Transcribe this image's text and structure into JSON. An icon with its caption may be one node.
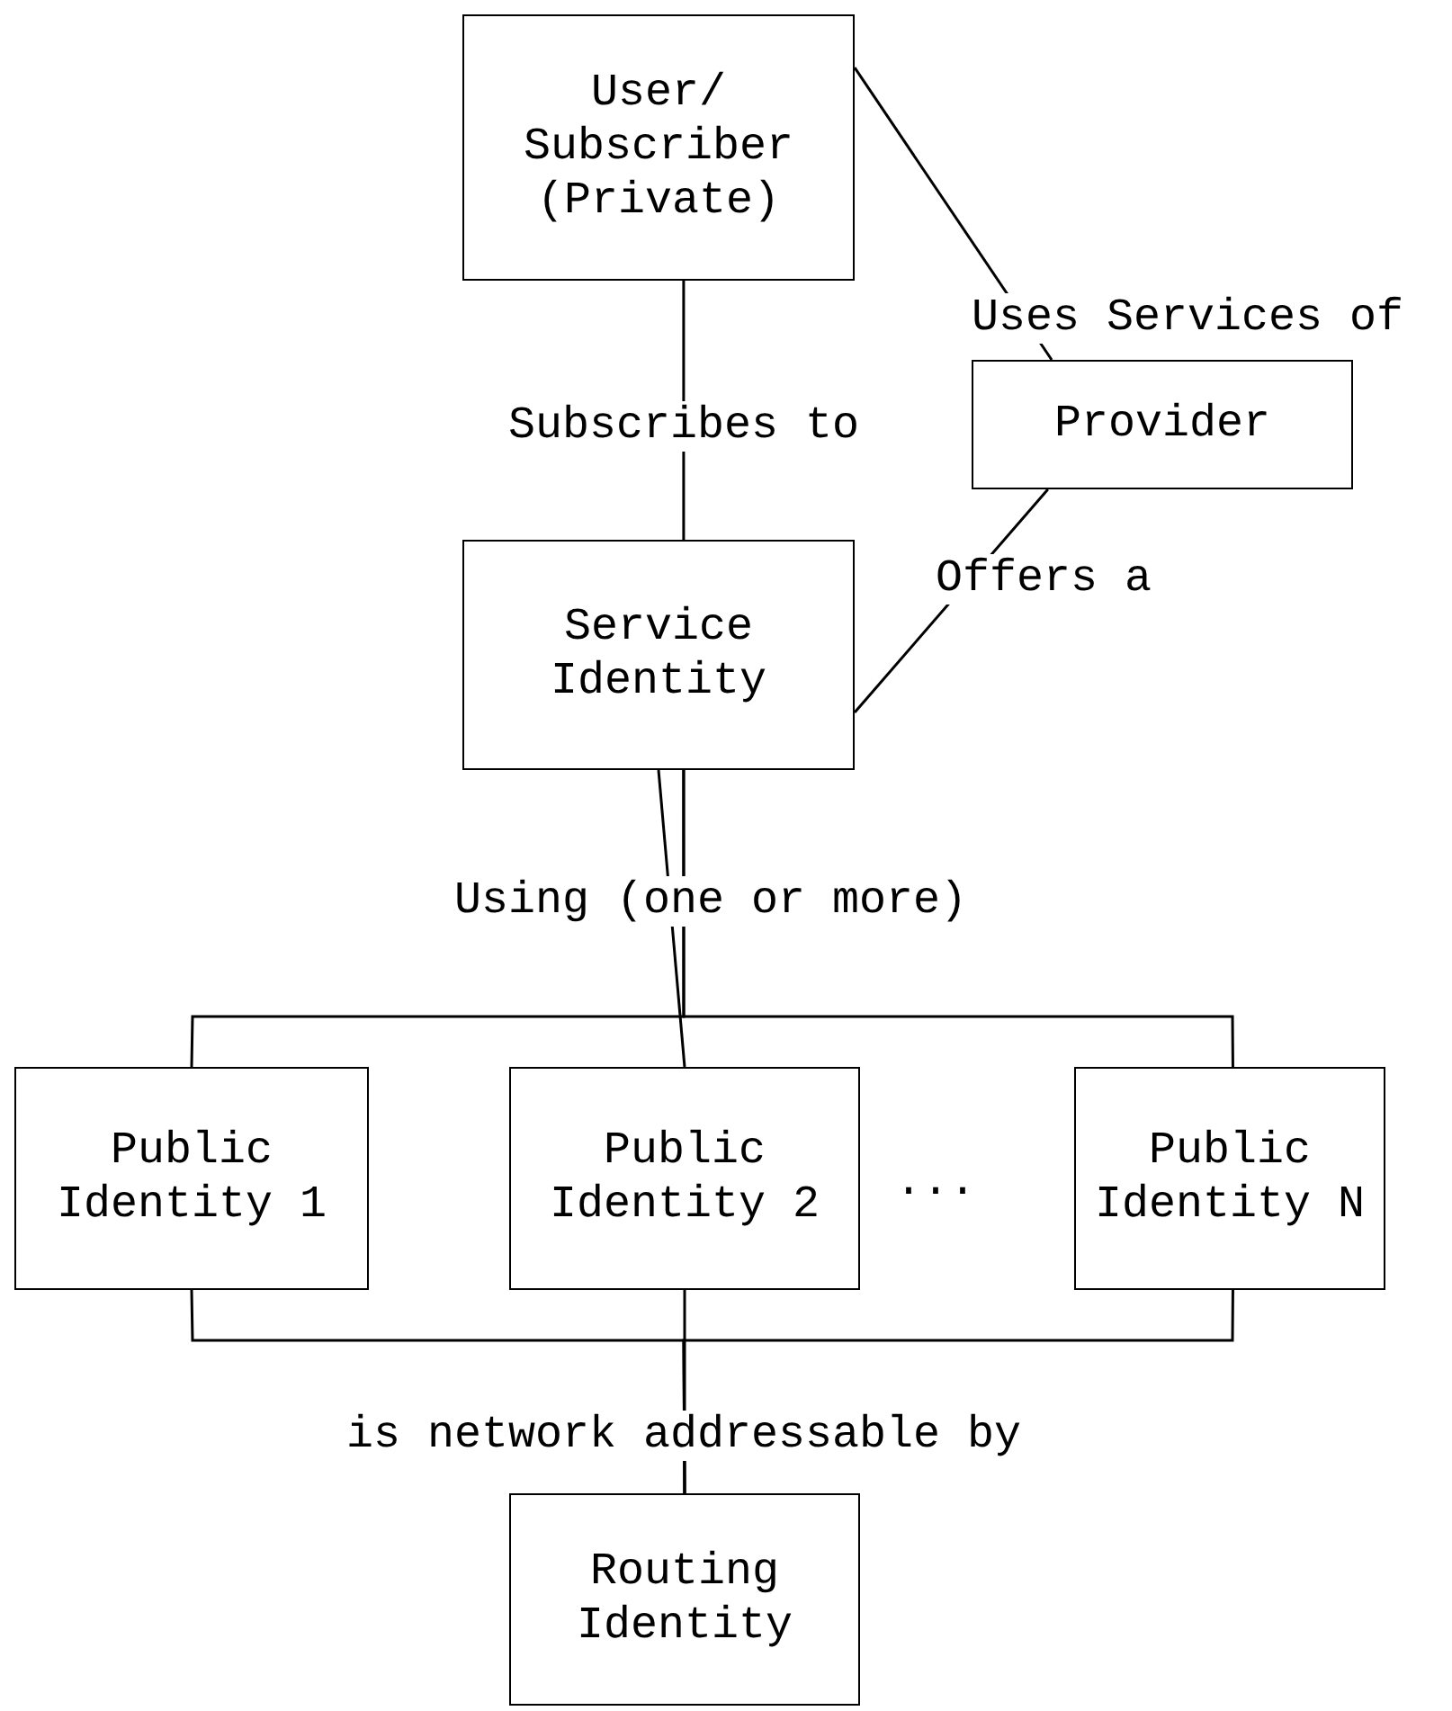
{
  "diagram": {
    "nodes": [
      {
        "text": [
          "User/ Subscriber (Private)"
        ]
      },
      {
        "text": [
          "Provider"
        ]
      },
      {
        "text": [
          "Service Identity"
        ]
      },
      {
        "text": [
          "Public Identity 1"
        ]
      },
      {
        "text": [
          "Public Identity 2"
        ]
      },
      {
        "text": [
          "Public Identity N"
        ]
      },
      {
        "text": [
          "Routing Identity"
        ]
      }
    ],
    "edges": [
      {
        "from": 0,
        "to": 2,
        "arrow": "none",
        "label": "Subscribes to"
      },
      {
        "from": 0,
        "to": 1,
        "arrow": "none",
        "label": "Uses Services of"
      },
      {
        "from": 1,
        "to": 2,
        "arrow": "none",
        "label": "Offers a"
      },
      {
        "from": 2,
        "to": 3,
        "arrow": "none",
        "label": "Using (one or more)"
      },
      {
        "from": 2,
        "to": 4,
        "arrow": "none"
      },
      {
        "from": 2,
        "to": 5,
        "arrow": "none"
      },
      {
        "from": 3,
        "to": 6,
        "arrow": "none",
        "label": "is network addressable by"
      },
      {
        "from": 4,
        "to": 6,
        "arrow": "none"
      },
      {
        "from": 5,
        "to": 6,
        "arrow": "none"
      }
    ],
    "labels": [
      "..."
    ]
  }
}
